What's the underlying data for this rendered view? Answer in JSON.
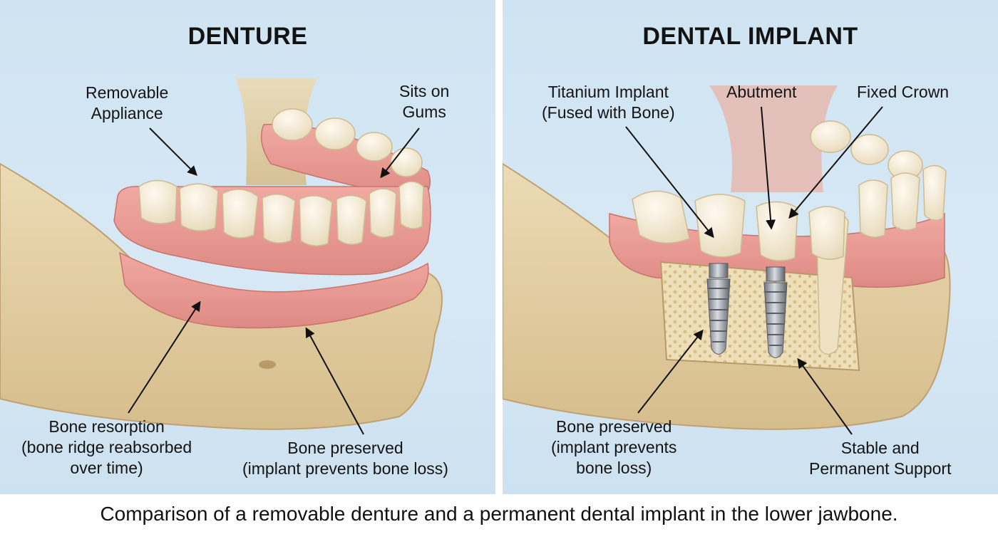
{
  "left_panel": {
    "title": "DENTURE",
    "labels": {
      "removable": [
        "Removable",
        "Appliance"
      ],
      "sits": [
        "Sits on",
        "Gums"
      ],
      "resorption": [
        "Bone resorption",
        "(bone ridge reabsorbed",
        "over time)"
      ],
      "preserved": [
        "Bone preserved",
        "(implant prevents bone loss)"
      ]
    }
  },
  "right_panel": {
    "title": "DENTAL IMPLANT",
    "labels": {
      "titanium": [
        "Titanium Implant",
        "(Fused with Bone)"
      ],
      "abutment": [
        "Abutment"
      ],
      "crown": [
        "Fixed Crown"
      ],
      "preserved": [
        "Bone preserved",
        "(implant prevents",
        "bone loss)"
      ],
      "stable": [
        "Stable and",
        "Permanent Support"
      ]
    }
  },
  "caption": "Comparison of a removable denture and a permanent dental implant in the lower jawbone.",
  "colors": {
    "bone": "#e6d2a8",
    "bone_shadow": "#cdb486",
    "gum": "#e99a93",
    "tooth": "#f4ecd8",
    "metal": "#8a8f96",
    "background": "#d3e6f3"
  }
}
